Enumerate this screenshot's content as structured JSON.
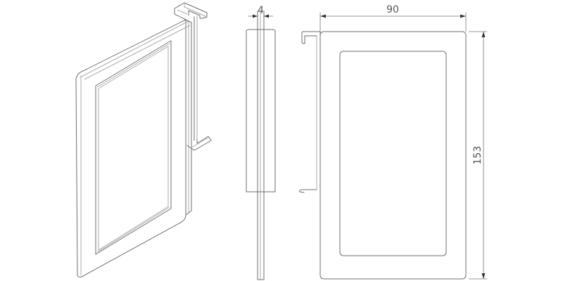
{
  "drawing": {
    "views": [
      {
        "name": "isometric-view"
      },
      {
        "name": "side-view"
      },
      {
        "name": "front-view"
      }
    ],
    "dimensions": {
      "thickness": "4",
      "width": "90",
      "height": "153"
    },
    "line_color": "#6e6e6e",
    "background": "#ffffff"
  }
}
